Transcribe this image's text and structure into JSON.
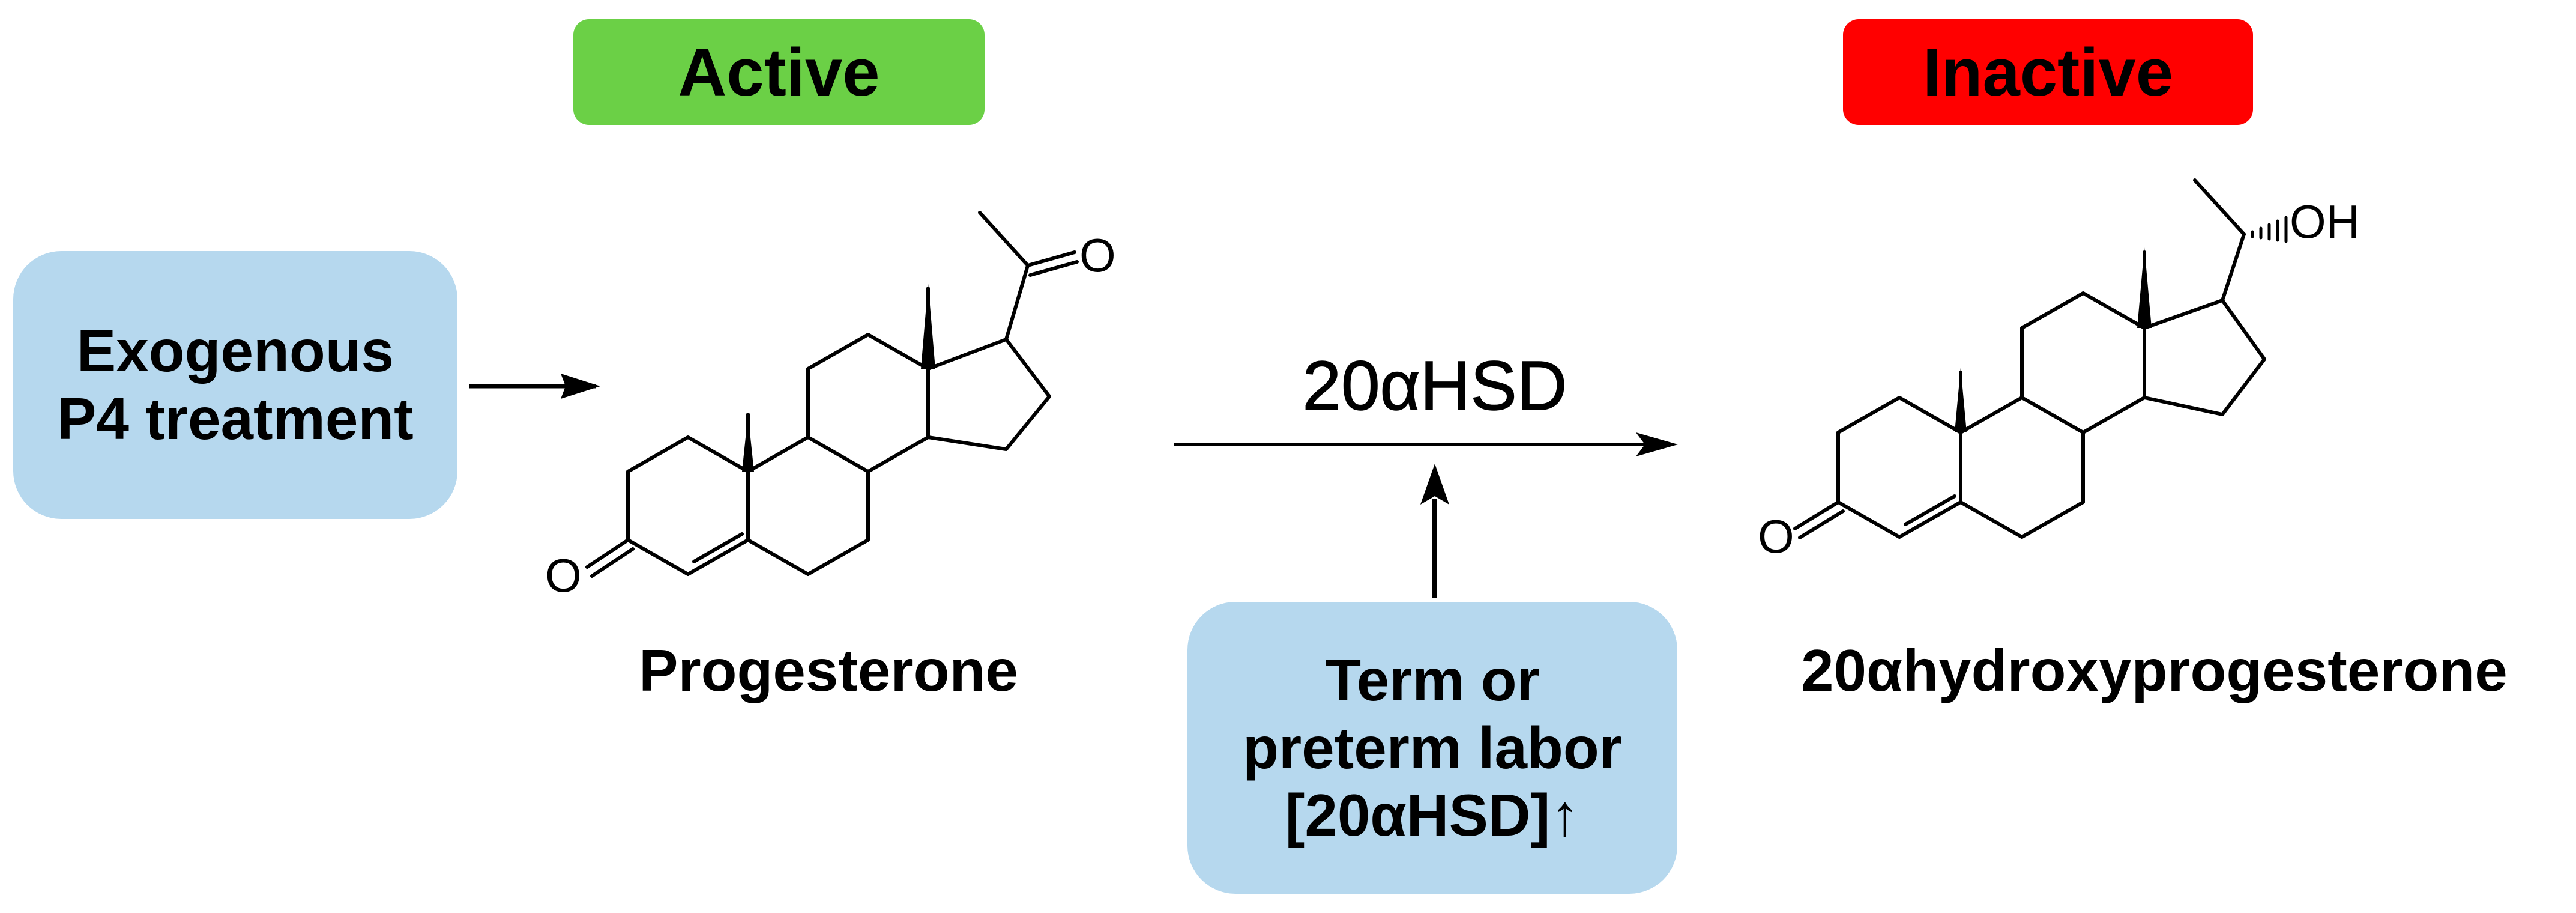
{
  "status_tags": {
    "active": {
      "label": "Active",
      "color": "#6bd046"
    },
    "inactive": {
      "label": "Inactive",
      "color": "#ff0000"
    }
  },
  "box_color": "#b6d8ee",
  "treatment_box": {
    "lines": [
      "Exogenous",
      "P4 treatment"
    ]
  },
  "labor_box": {
    "lines": [
      "Term or",
      "preterm labor",
      "[20αHSD]↑"
    ]
  },
  "enzyme": {
    "label": "20αHSD"
  },
  "molecules": {
    "substrate": {
      "name": "Progesterone",
      "atom_labels": {
        "ketone_o": "O",
        "acetyl_o": "O"
      }
    },
    "product": {
      "name": "20αhydroxyprogesterone",
      "atom_labels": {
        "ketone_o": "O",
        "hydroxyl": "OH"
      }
    }
  }
}
